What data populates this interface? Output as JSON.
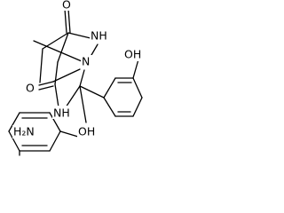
{
  "figure": {
    "kind": "chemical structure drawing",
    "background_color": "#ffffff",
    "line_color": "#000000"
  },
  "atom_labels": {
    "carbonyl_oxygen_top": "O",
    "nh_ring_right": "NH",
    "n_bridge": "N",
    "phenol_oh_right": "OH",
    "carbonyl_oxygen_left": "O",
    "nh_ring_left": "NH",
    "amine_nh2": "H₂N",
    "phenol_oh_bottom": "OH"
  }
}
